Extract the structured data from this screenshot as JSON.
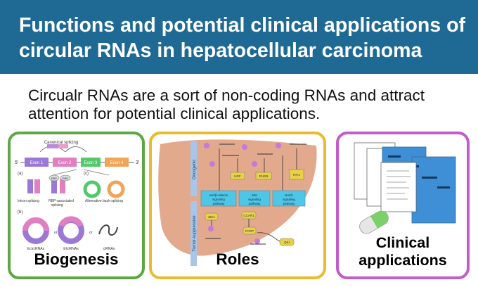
{
  "header": {
    "title_line1": "Functions and potential clinical applications of",
    "title_line2": "circular RNAs in hepatocellular carcinoma"
  },
  "subtitle": {
    "line1": "Circualr RNAs are a sort of non-coding RNAs and attract",
    "line2": "attention for potential clinical applications."
  },
  "panels": {
    "biogenesis": {
      "label": "Biogenesis",
      "canonical_splicing": "Canonical splicing",
      "exons": [
        "Exon 1",
        "Exon 2",
        "Exon 3",
        "Exon 4"
      ],
      "end5": "5'",
      "end3": "3'",
      "marker_a": "(a)",
      "marker_b": "(b)",
      "marker_c": "(c)",
      "rbp": "RBP",
      "intron_splicing": "Intron splicing",
      "rbp_splicing_line1": "RBP-associated",
      "rbp_splicing_line2": "splicing",
      "alt_backsplicing": "Alternative back-splicing",
      "or": "or",
      "ecircrnas": "EcircRNAs",
      "eiciRNAs": "EIciRNAs",
      "ciRNAs": "ciRNAs",
      "color": "#5ea843"
    },
    "roles": {
      "label": "Roles",
      "oncogenic": "Oncogenic",
      "tumor_suppressive": "Tumor-suppressive",
      "pathways": [
        {
          "line1": "wnt/β-catenin",
          "line2": "signaling",
          "line3": "pathway"
        },
        {
          "line1": "Met",
          "line2": "signaling",
          "line3": "pathway"
        },
        {
          "line1": "Notch",
          "line2": "signaling",
          "line3": "pathway"
        }
      ],
      "factors": [
        "HGF",
        "RHEB",
        "HIF1"
      ],
      "suppressor_nodes": [
        "ZIC1",
        "CCAR1",
        "PARP",
        "QKI"
      ],
      "color": "#e8bc2e"
    },
    "clinical": {
      "label_line1": "Clinical",
      "label_line2": "applications",
      "color": "#c15cc9"
    }
  },
  "colors": {
    "header_bg": "#1e6a94",
    "liver": "#e2a98c",
    "pathway_box": "#4ec6e8",
    "band": "#a9c6ea"
  }
}
